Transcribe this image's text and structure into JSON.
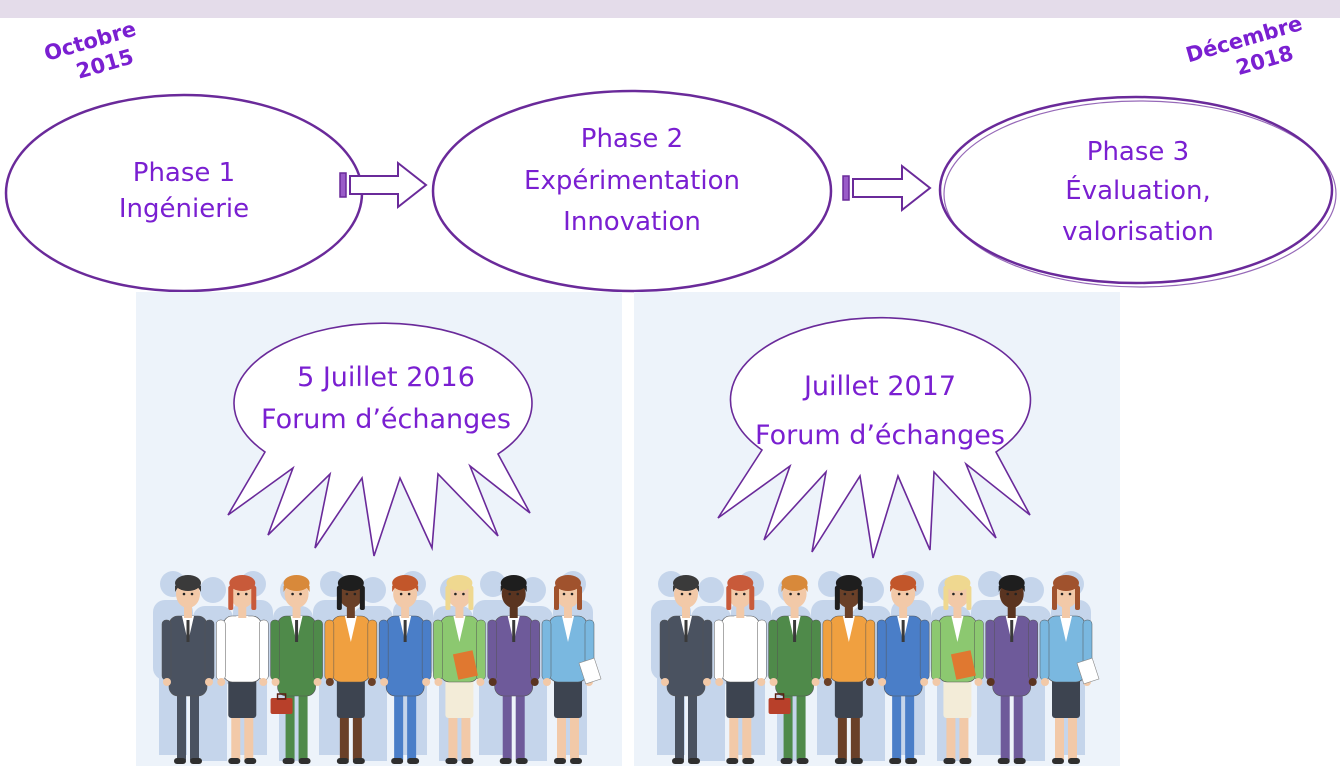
{
  "banner": {
    "color": "#e4dcea"
  },
  "colors": {
    "accent": "#7a1fd1",
    "outline": "#6a2a9a",
    "panel_bg": "#edf3fa",
    "silhouette": "#b8cbe6"
  },
  "dates": {
    "start": {
      "month": "Octobre",
      "year": "2015"
    },
    "end": {
      "month": "Décembre",
      "year": "2018"
    }
  },
  "phases": [
    {
      "line1": "Phase 1",
      "line2": "Ingénierie",
      "line3": ""
    },
    {
      "line1": "Phase 2",
      "line2": "Expérimentation",
      "line3": "Innovation"
    },
    {
      "line1": "Phase 3",
      "line2": "Évaluation,",
      "line3": "valorisation"
    }
  ],
  "arrows": [
    "right-arrow-icon",
    "right-arrow-icon"
  ],
  "forums": [
    {
      "line1": "5 Juillet 2016",
      "line2": "Forum d’échanges",
      "illustration": "business-people-crowd"
    },
    {
      "line1": "Juillet 2017",
      "line2": "Forum d’échanges",
      "illustration": "business-people-crowd"
    }
  ],
  "people": [
    {
      "suit": "#4a5260",
      "shirt": "#ffffff",
      "hair": "#3a3a3a",
      "skin": "#f2c9a8",
      "female": false
    },
    {
      "suit": "#ffffff",
      "shirt": "#ffffff",
      "hair": "#c85a3a",
      "skin": "#f2c9a8",
      "female": true,
      "skirt": "#3d4450"
    },
    {
      "suit": "#4f8a4a",
      "shirt": "#ffffff",
      "hair": "#d8893a",
      "skin": "#f2c9a8",
      "female": false,
      "bag": "#b8402a"
    },
    {
      "suit": "#f0a040",
      "shirt": "#ffffff",
      "hair": "#1e1e1e",
      "skin": "#6a4028",
      "female": true,
      "skirt": "#3d4450"
    },
    {
      "suit": "#4a7ec8",
      "shirt": "#ffffff",
      "hair": "#c2562a",
      "skin": "#f2c9a8",
      "female": false
    },
    {
      "suit": "#8cc870",
      "shirt": "#ffffff",
      "hair": "#efd890",
      "skin": "#f2c9a8",
      "female": true,
      "skirt": "#f3ecd8",
      "folder": "#e07830"
    },
    {
      "suit": "#6e5a9a",
      "shirt": "#ffffff",
      "hair": "#1e1e1e",
      "skin": "#5a3420",
      "female": false
    },
    {
      "suit": "#7ab8e0",
      "shirt": "#ffffff",
      "hair": "#a0522d",
      "skin": "#f2c9a8",
      "female": true,
      "skirt": "#3d4450",
      "paper": "#ffffff"
    }
  ]
}
